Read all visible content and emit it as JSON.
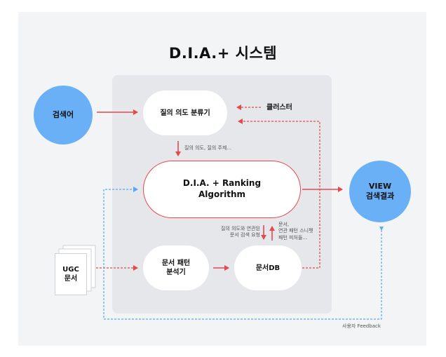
{
  "title": "D.I.A.+ 시스템",
  "nodes": {
    "search": "검색어",
    "intent": "질의 의도 분류기",
    "cluster": "클러스터",
    "dia_line1": "D.I.A. + Ranking",
    "dia_line2": "Algorithm",
    "view_line1": "VIEW",
    "view_line2": "검색결과",
    "ugc_line1": "UGC",
    "ugc_line2": "문서",
    "pattern_line1": "문서 패턴",
    "pattern_line2": "분석기",
    "docdb": "문서DB"
  },
  "labels": {
    "intent_output": "질의 의도, 질의 주제...",
    "request_line1": "질의 의도와 연관된",
    "request_line2": "문서 검색 요청",
    "docs_line1": "문서,",
    "docs_line2": "연관 패턴 스니펫",
    "docs_line3": "패턴 피처들...",
    "feedback": "사용자 Feedback"
  },
  "colors": {
    "red": "#e5484d",
    "blue": "#5aa7f5",
    "circle": "#6ab0f7"
  }
}
